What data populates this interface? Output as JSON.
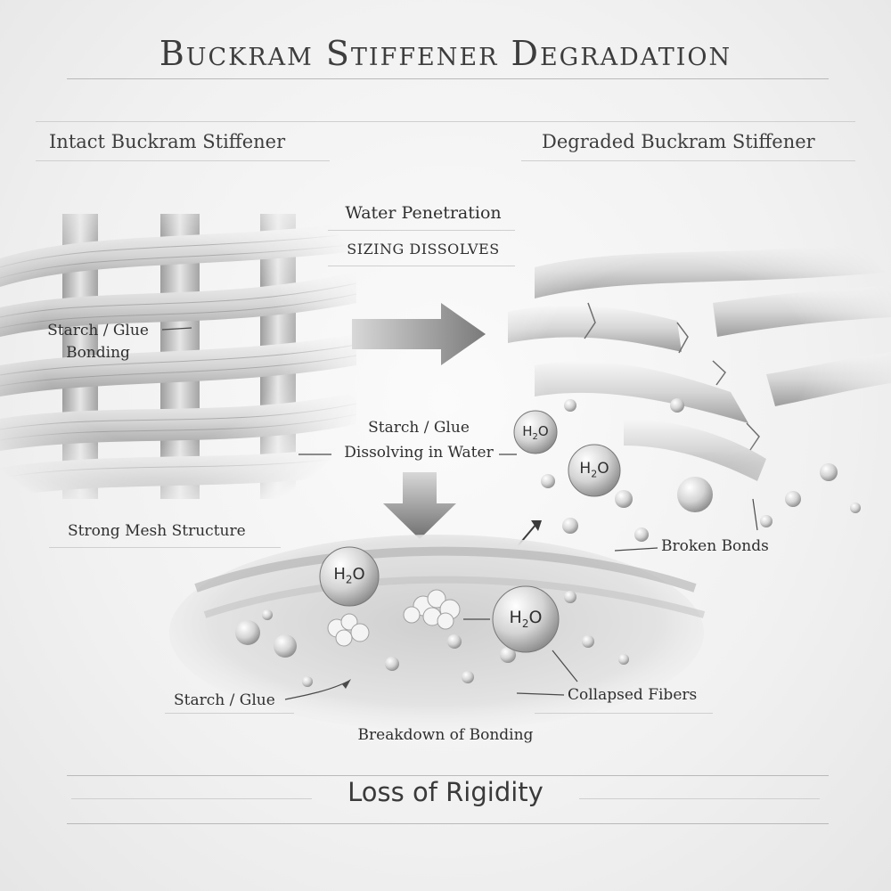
{
  "title": "Buckram Stiffener Degradation",
  "left_panel": {
    "title": "Intact Buckram Stiffener"
  },
  "right_panel": {
    "title": "Degraded Buckram Stiffener"
  },
  "process": {
    "water_penetration": "Water Penetration",
    "sizing_dissolves": "SIZING DISSOLVES",
    "dissolving_line1": "Starch / Glue",
    "dissolving_line2": "Dissolving in Water"
  },
  "labels": {
    "bonding_line1": "Starch / Glue",
    "bonding_line2": "Bonding",
    "strong_mesh": "Strong Mesh Structure",
    "broken_bonds": "Broken Bonds",
    "starch_glue": "Starch / Glue",
    "collapsed_fibers": "Collapsed Fibers",
    "breakdown": "Breakdown of Bonding"
  },
  "molecules": {
    "water_left": "H",
    "water_sub": "2",
    "water_right": "O"
  },
  "footer": "Loss of Rigidity"
}
